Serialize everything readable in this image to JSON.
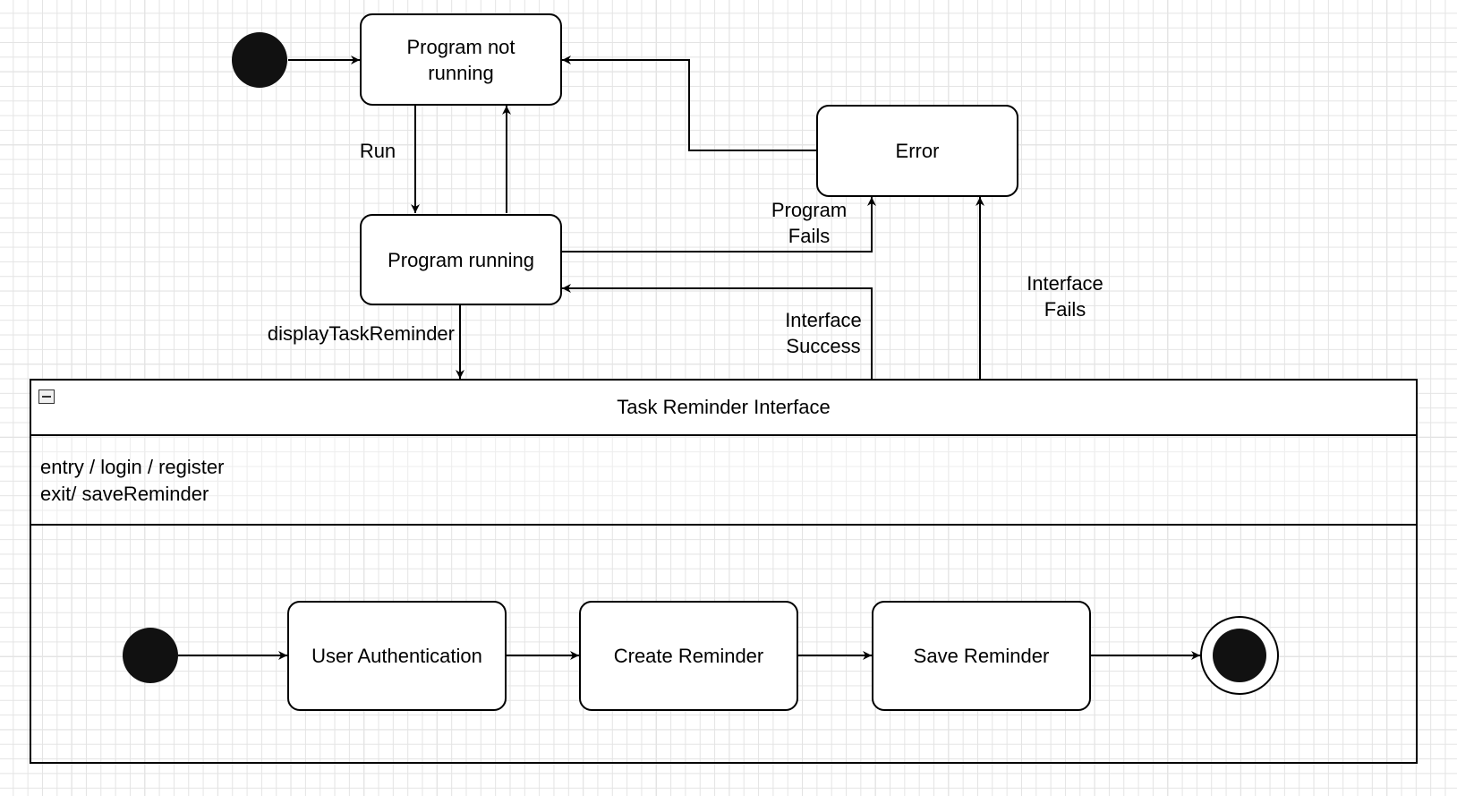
{
  "states": {
    "not_running": "Program not\nrunning",
    "running": "Program running",
    "error": "Error"
  },
  "transitions": {
    "run": "Run",
    "program_fails": "Program\nFails",
    "interface_success": "Interface\nSuccess",
    "interface_fails": "Interface\nFails",
    "display": "displayTaskReminder"
  },
  "composite": {
    "title": "Task Reminder Interface",
    "entry": "entry / login / register",
    "exit": "exit/ saveReminder",
    "substates": {
      "auth": "User Authentication",
      "create": "Create Reminder",
      "save": "Save Reminder"
    }
  },
  "colors": {
    "stroke": "#000000",
    "fill": "#ffffff",
    "pseudostate": "#111111",
    "grid": "#e4e4e4"
  }
}
